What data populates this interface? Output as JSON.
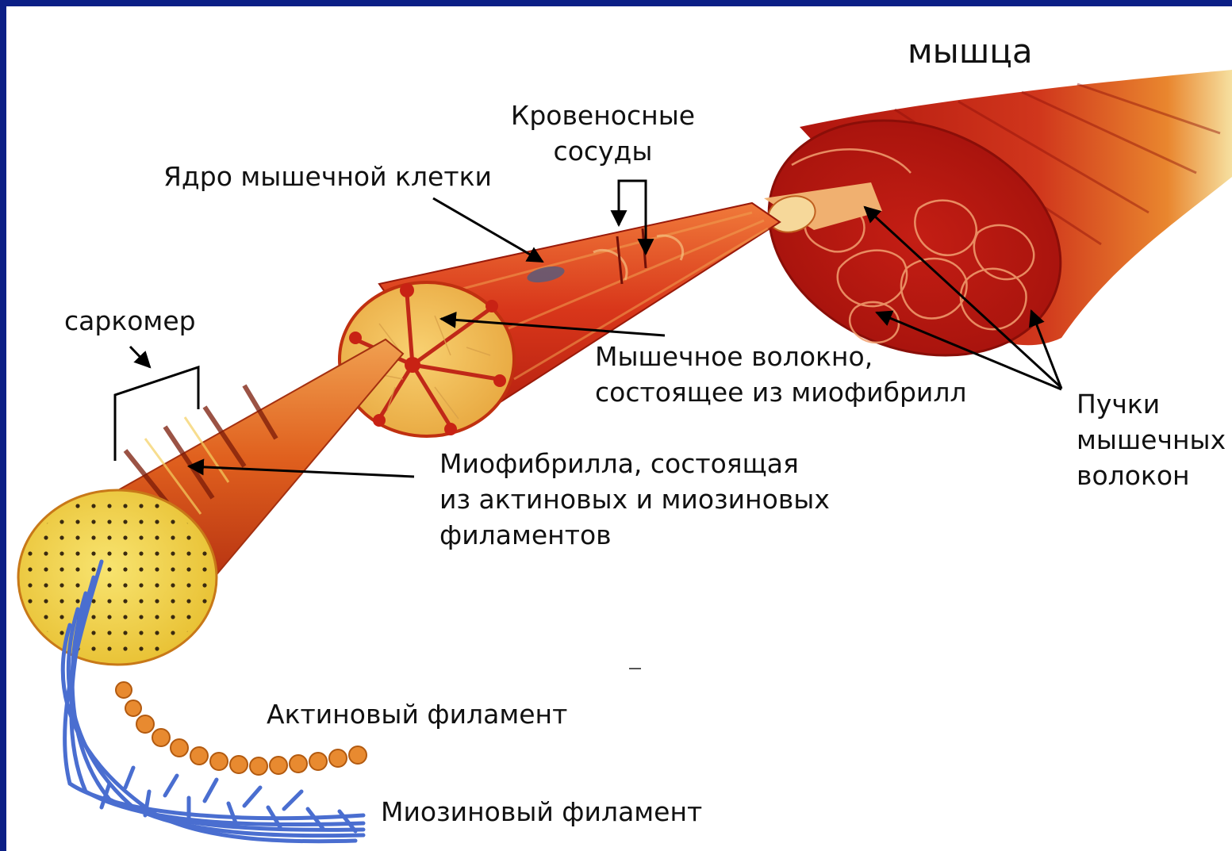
{
  "labels": {
    "muscle": "мышца",
    "blood_vessels": [
      "Кровеносные",
      "сосуды"
    ],
    "nucleus": "Ядро мышечной клетки",
    "sarcomere": "саркомер",
    "muscle_fiber": [
      "Мышечное волокно,",
      "состоящее из миофибрилл"
    ],
    "bundles": [
      "Пучки",
      "мышечных",
      "волокон"
    ],
    "myofibril": [
      "Миофибрилла, состоящая",
      "из актиновых и миозиновых",
      "филаментов"
    ],
    "actin": "Актиновый филамент",
    "myosin": "Миозиновый филамент"
  },
  "colors": {
    "background": "#0c1f86",
    "muscle_red": "#c8201a",
    "fiber_orange": "#e2401c",
    "myofibril_yellow": "#f5d84c",
    "actin_orange": "#e88a30",
    "myosin_blue": "#4a6ed0"
  }
}
